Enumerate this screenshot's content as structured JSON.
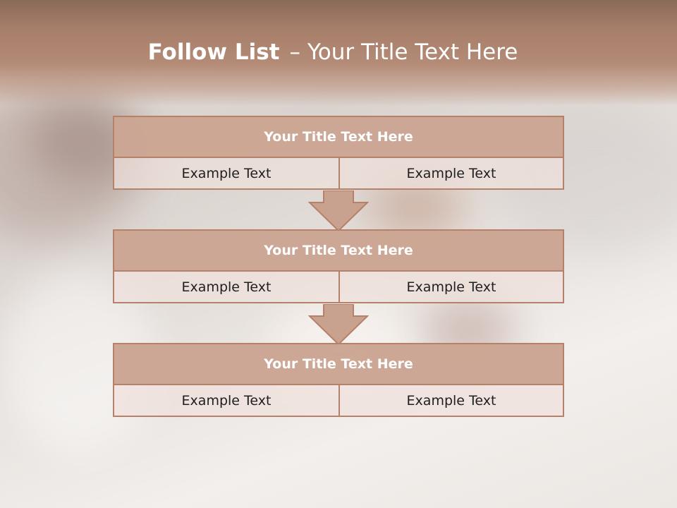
{
  "slide": {
    "title_bold": "Follow List",
    "title_separator": "–",
    "title_rest": "Your Title Text Here"
  },
  "blocks": [
    {
      "title": "Your Title Text Here",
      "left": "Example Text",
      "right": "Example Text"
    },
    {
      "title": "Your Title Text Here",
      "left": "Example Text",
      "right": "Example Text"
    },
    {
      "title": "Your Title Text Here",
      "left": "Example Text",
      "right": "Example Text"
    }
  ],
  "colors": {
    "header_band": "#a57d68",
    "block_title_fill": "#c9a28f",
    "block_border": "#b6816b",
    "cell_fill": "#efe0db",
    "arrow_fill": "#c9a28f"
  }
}
